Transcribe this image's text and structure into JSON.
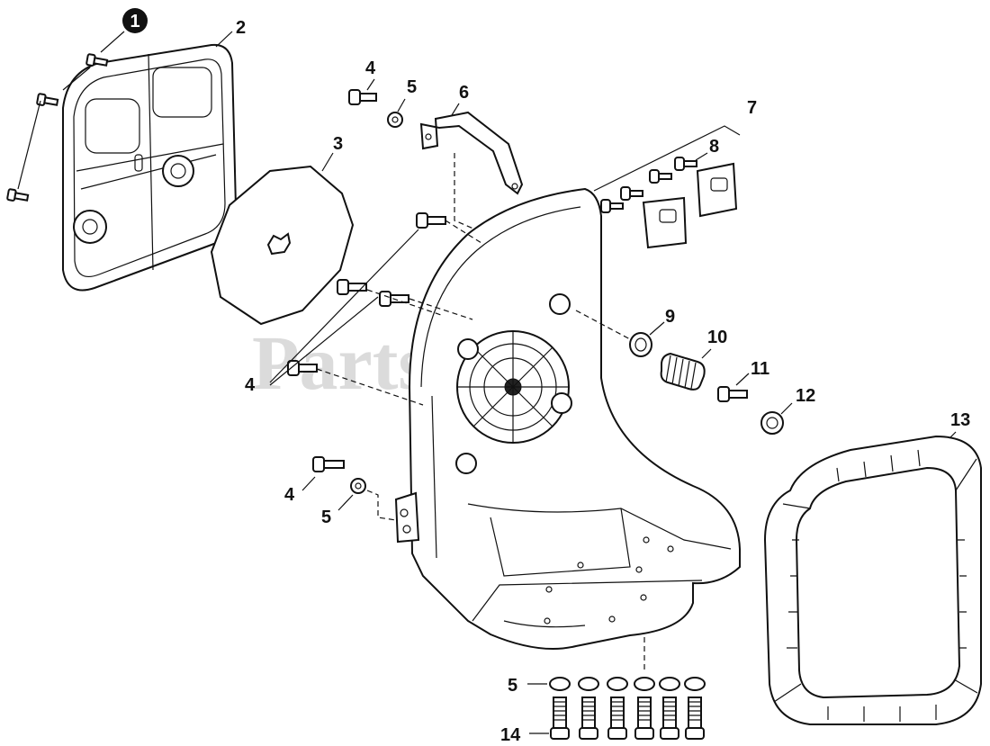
{
  "watermark": "PartsTree",
  "badge": "1",
  "callouts": {
    "c2": "2",
    "c3": "3",
    "c4a": "4",
    "c4b": "4",
    "c4c": "4",
    "c5a": "5",
    "c5b": "5",
    "c5c": "5",
    "c6": "6",
    "c7": "7",
    "c8": "8",
    "c9": "9",
    "c10": "10",
    "c11": "11",
    "c12": "12",
    "c13": "13",
    "c14": "14"
  }
}
